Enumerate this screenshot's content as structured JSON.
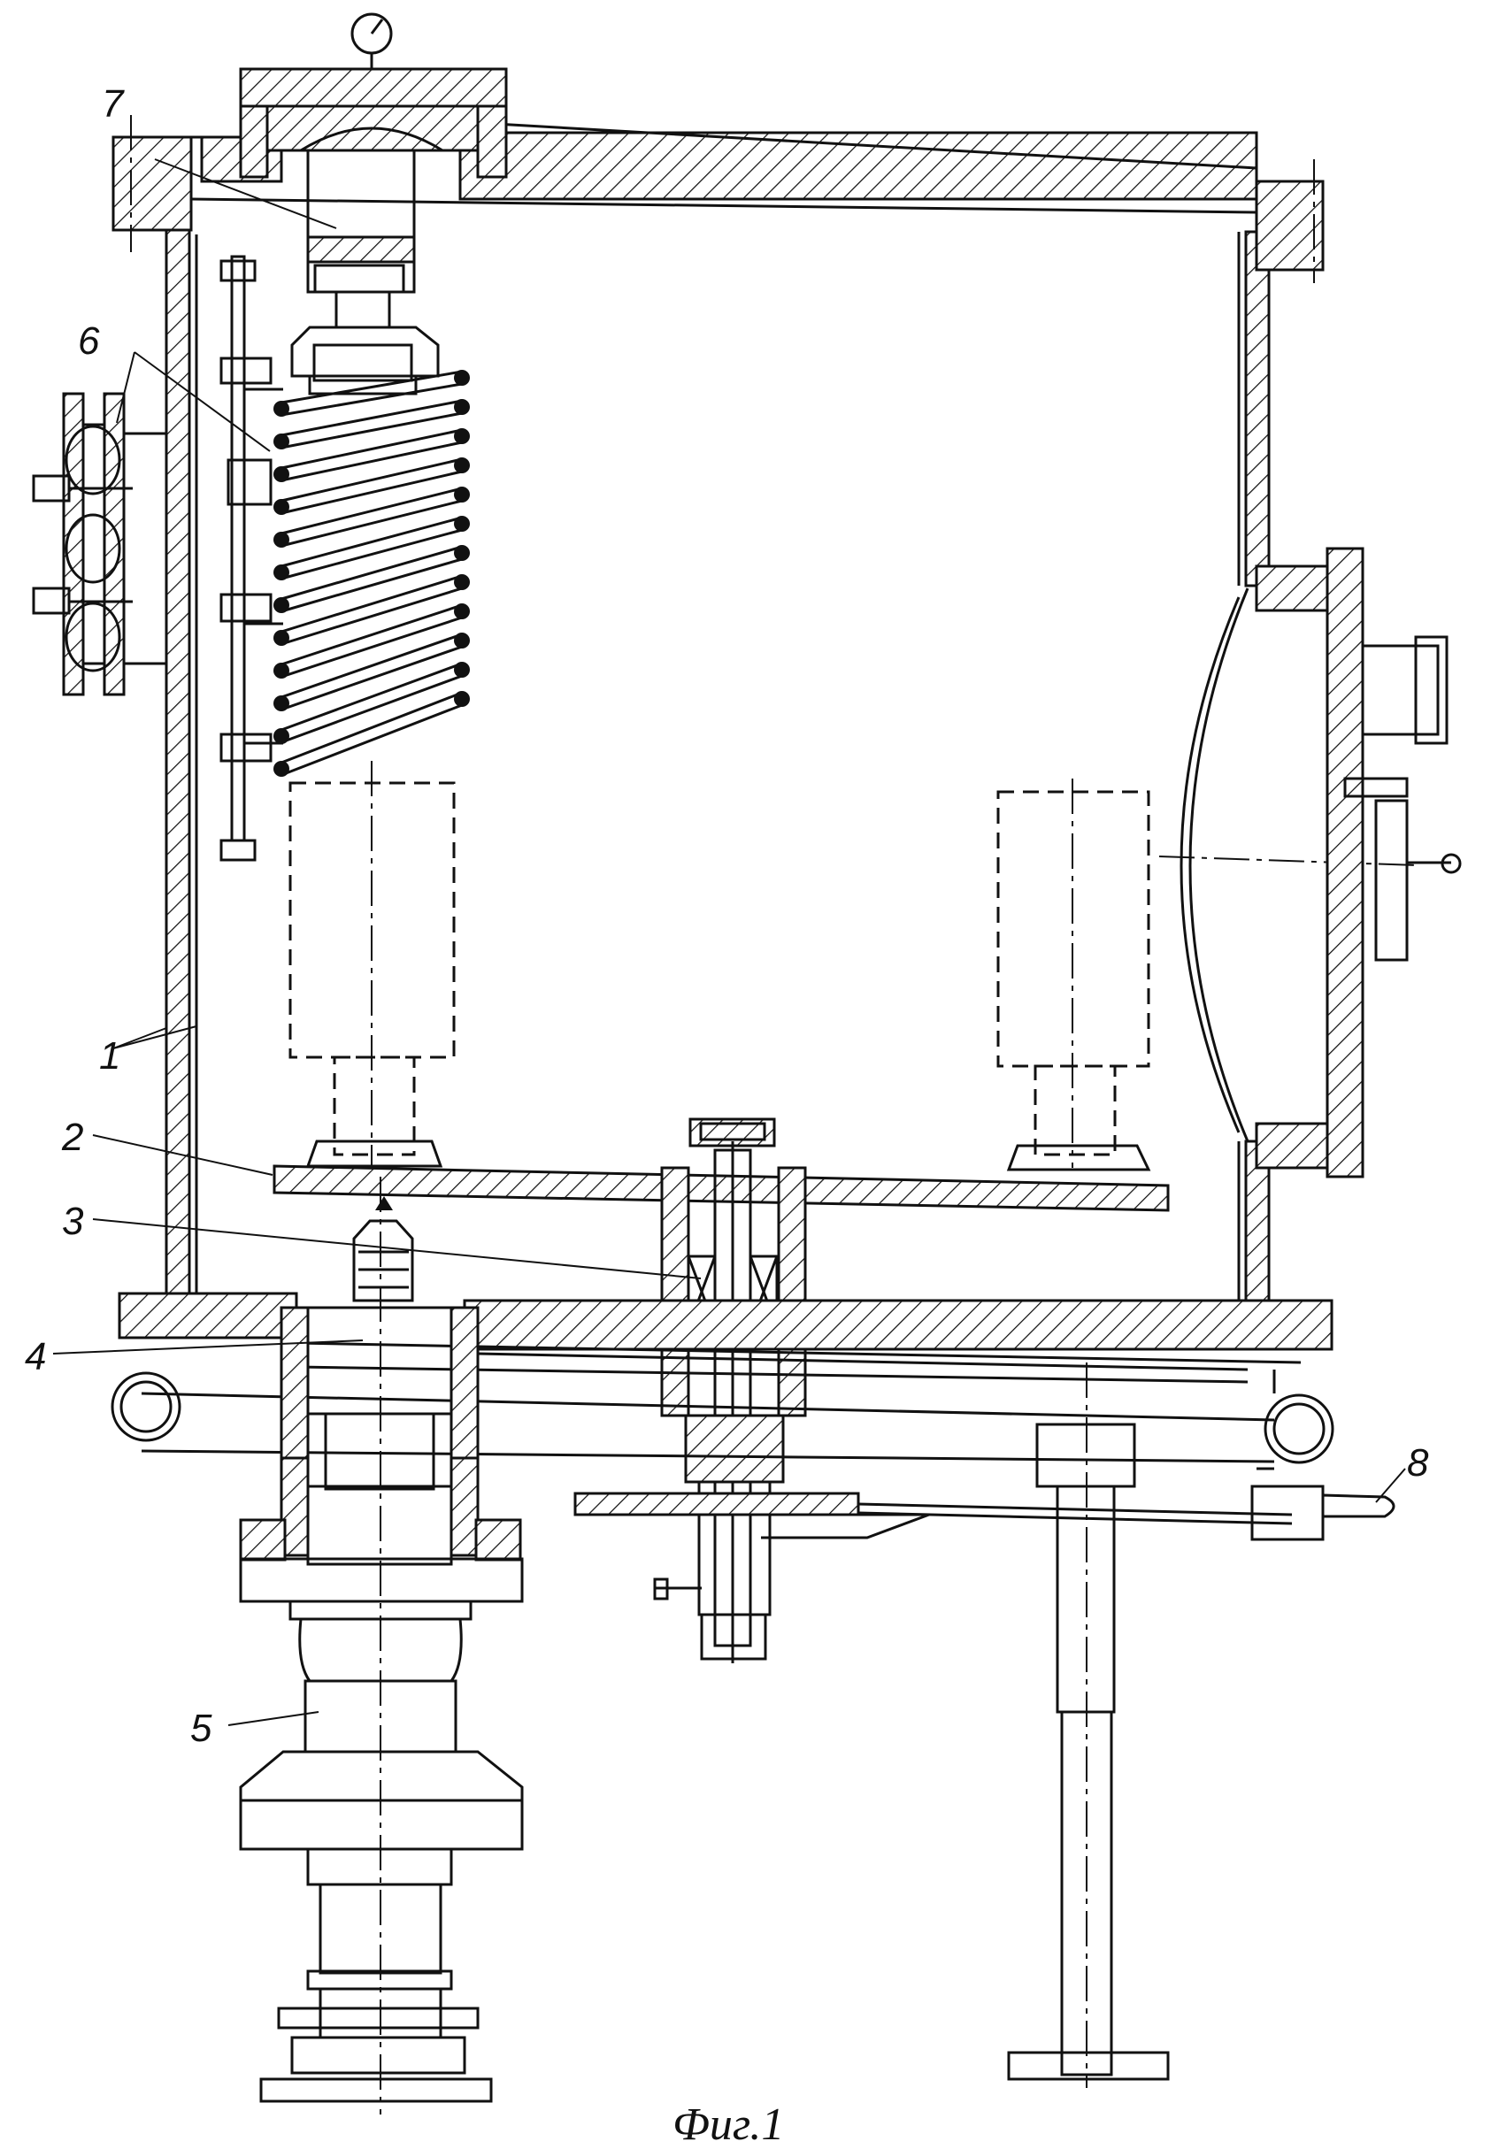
{
  "figure": {
    "caption": "Фиг.1",
    "callouts": [
      {
        "id": "1",
        "text": "1"
      },
      {
        "id": "2",
        "text": "2"
      },
      {
        "id": "3",
        "text": "3"
      },
      {
        "id": "4",
        "text": "4"
      },
      {
        "id": "5",
        "text": "5"
      },
      {
        "id": "6",
        "text": "6"
      },
      {
        "id": "7",
        "text": "7"
      },
      {
        "id": "8",
        "text": "8"
      }
    ]
  }
}
